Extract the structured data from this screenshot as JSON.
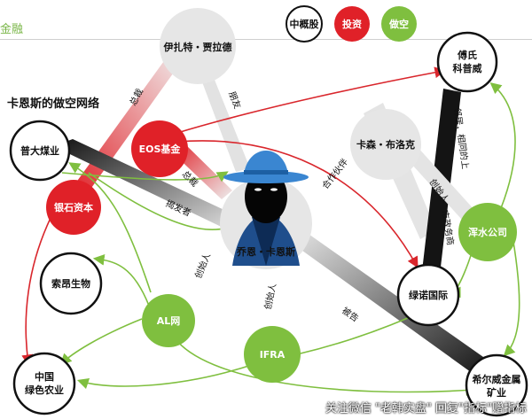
{
  "header": {
    "corner_text": "金融"
  },
  "title": "卡恩斯的做空网络",
  "legend": {
    "a": "中概股",
    "b": "投资",
    "c": "做空",
    "b_color": "#e02128",
    "c_color": "#7fbf3f"
  },
  "nodes": {
    "yizhate": "伊扎特・贾拉德",
    "fushi_1": "傅氏",
    "fushi_2": "科普威",
    "puda": "普大煤业",
    "eos": "EOS基金",
    "kasen": "卡森・布洛克",
    "yinshi": "银石资本",
    "hunshui": "浑水公司",
    "suoang": "索昂生物",
    "qiaoen": "乔恩・卡恩斯",
    "lvnuo": "绿诺国际",
    "al": "AL网",
    "ifra": "IFRA",
    "zhongguo_1": "中国",
    "zhongguo_2": "绿色农业",
    "xierwei_1": "希尔威金属",
    "xierwei_2": "矿业"
  },
  "edges": {
    "zongcai_1": "总裁",
    "pengyou": "朋友",
    "zongcai_2": "总裁",
    "jiefazhe": "揭发者",
    "hezuo": "合作伙伴",
    "linju": "邻居，相同的上",
    "shichang": "市政务商",
    "chuangshi_1": "创始人",
    "chuangshi_2": "创始人",
    "chuangshi_3": "创始人",
    "beigao": "被告"
  },
  "watermark": "关注微信 \"老韩实盘\" 回复\"指标\"赠指标"
}
